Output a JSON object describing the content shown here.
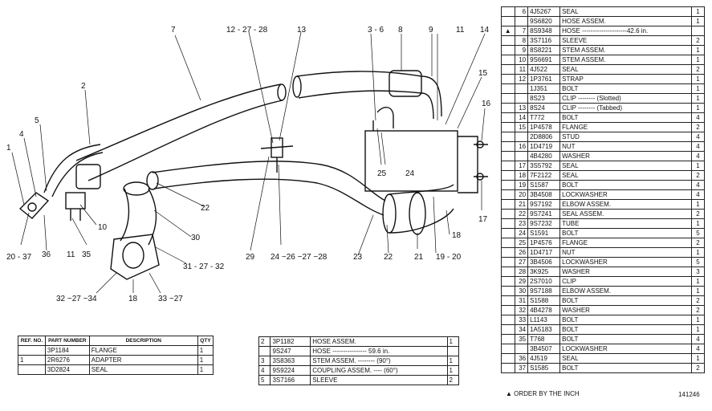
{
  "callouts": [
    {
      "id": "c1",
      "text": "1"
    },
    {
      "id": "c2",
      "text": "2"
    },
    {
      "id": "c3",
      "text": "3 - 6"
    },
    {
      "id": "c4",
      "text": "4"
    },
    {
      "id": "c5",
      "text": "5"
    },
    {
      "id": "c7",
      "text": "7"
    },
    {
      "id": "c8",
      "text": "8"
    },
    {
      "id": "c9",
      "text": "9"
    },
    {
      "id": "c10",
      "text": "10"
    },
    {
      "id": "c11a",
      "text": "11"
    },
    {
      "id": "c11b",
      "text": "11"
    },
    {
      "id": "c12",
      "text": "12 - 27 - 28"
    },
    {
      "id": "c13",
      "text": "13"
    },
    {
      "id": "c14",
      "text": "14"
    },
    {
      "id": "c15",
      "text": "15"
    },
    {
      "id": "c16",
      "text": "16"
    },
    {
      "id": "c17",
      "text": "17"
    },
    {
      "id": "c18a",
      "text": "18"
    },
    {
      "id": "c18b",
      "text": "18"
    },
    {
      "id": "c19",
      "text": "19 - 20"
    },
    {
      "id": "c20",
      "text": "20 - 37"
    },
    {
      "id": "c21",
      "text": "21"
    },
    {
      "id": "c22a",
      "text": "22"
    },
    {
      "id": "c22b",
      "text": "22"
    },
    {
      "id": "c23",
      "text": "23"
    },
    {
      "id": "c24a",
      "text": "24"
    },
    {
      "id": "c24b",
      "text": "24 ~26 ~27 ~28"
    },
    {
      "id": "c25",
      "text": "25"
    },
    {
      "id": "c29",
      "text": "29"
    },
    {
      "id": "c30",
      "text": "30"
    },
    {
      "id": "c31",
      "text": "31 - 27 - 32"
    },
    {
      "id": "c32",
      "text": "32 ~27 ~34"
    },
    {
      "id": "c33",
      "text": "33 ~27"
    },
    {
      "id": "c35",
      "text": "35"
    },
    {
      "id": "c36",
      "text": "36"
    }
  ],
  "right_table": {
    "rows": [
      {
        "grp": "",
        "ref": "6",
        "pn": "4J5267",
        "desc": "SEAL",
        "qty": "1"
      },
      {
        "grp": "",
        "ref": "",
        "pn": "9S6820",
        "desc": "HOSE ASSEM.",
        "qty": "1"
      },
      {
        "grp": "▲",
        "ref": "7",
        "pn": "8S9348",
        "desc": "    HOSE ---------------------42.6 in.",
        "qty": ""
      },
      {
        "grp": "",
        "ref": "8",
        "pn": "3S7116",
        "desc": "    SLEEVE",
        "qty": "2"
      },
      {
        "grp": "",
        "ref": "9",
        "pn": "8S8221",
        "desc": "    STEM ASSEM.",
        "qty": "1"
      },
      {
        "grp": "",
        "ref": "10",
        "pn": "9S6691",
        "desc": "    STEM ASSEM.",
        "qty": "1"
      },
      {
        "grp": "",
        "ref": "11",
        "pn": "4J522",
        "desc": "SEAL",
        "qty": "2"
      },
      {
        "grp": "",
        "ref": "12",
        "pn": "1P3761",
        "desc": "STRAP",
        "qty": "1"
      },
      {
        "grp": "",
        "ref": "",
        "pn": "1J351",
        "desc": "BOLT",
        "qty": "1"
      },
      {
        "grp": "",
        "ref": "",
        "pn": "8S23",
        "desc": "CLIP -------- (Slotted)",
        "qty": "1"
      },
      {
        "grp": "",
        "ref": "13",
        "pn": "8S24",
        "desc": "CLIP -------- (Tabbed)",
        "qty": "1"
      },
      {
        "grp": "",
        "ref": "14",
        "pn": "T772",
        "desc": "BOLT",
        "qty": "4"
      },
      {
        "grp": "",
        "ref": "15",
        "pn": "1P4578",
        "desc": "FLANGE",
        "qty": "2"
      },
      {
        "grp": "",
        "ref": "",
        "pn": "2D8806",
        "desc": "STUD",
        "qty": "4"
      },
      {
        "grp": "",
        "ref": "16",
        "pn": "1D4719",
        "desc": "NUT",
        "qty": "4"
      },
      {
        "grp": "",
        "ref": "",
        "pn": "4B4280",
        "desc": "WASHER",
        "qty": "4"
      },
      {
        "grp": "",
        "ref": "17",
        "pn": "3S5792",
        "desc": "SEAL",
        "qty": "1"
      },
      {
        "grp": "",
        "ref": "18",
        "pn": "7F2122",
        "desc": "SEAL",
        "qty": "2"
      },
      {
        "grp": "",
        "ref": "19",
        "pn": "S1587",
        "desc": "BOLT",
        "qty": "4"
      },
      {
        "grp": "",
        "ref": "20",
        "pn": "3B4508",
        "desc": "LOCKWASHER",
        "qty": "4"
      },
      {
        "grp": "",
        "ref": "21",
        "pn": "9S7192",
        "desc": "ELBOW ASSEM.",
        "qty": "1"
      },
      {
        "grp": "",
        "ref": "22",
        "pn": "9S7241",
        "desc": "SEAL ASSEM.",
        "qty": "2"
      },
      {
        "grp": "",
        "ref": "23",
        "pn": "9S7232",
        "desc": "TUBE",
        "qty": "1"
      },
      {
        "grp": "",
        "ref": "24",
        "pn": "S1591",
        "desc": "BOLT",
        "qty": "5"
      },
      {
        "grp": "",
        "ref": "25",
        "pn": "1P4576",
        "desc": "FLANGE",
        "qty": "2"
      },
      {
        "grp": "",
        "ref": "26",
        "pn": "1D4717",
        "desc": "NUT",
        "qty": "1"
      },
      {
        "grp": "",
        "ref": "27",
        "pn": "3B4506",
        "desc": "LOCKWASHER",
        "qty": "5"
      },
      {
        "grp": "",
        "ref": "28",
        "pn": "3K925",
        "desc": "WASHER",
        "qty": "3"
      },
      {
        "grp": "",
        "ref": "29",
        "pn": "2S7010",
        "desc": "CLIP",
        "qty": "1"
      },
      {
        "grp": "",
        "ref": "30",
        "pn": "9S7188",
        "desc": "ELBOW ASSEM.",
        "qty": "1"
      },
      {
        "grp": "",
        "ref": "31",
        "pn": "S1588",
        "desc": "BOLT",
        "qty": "2"
      },
      {
        "grp": "",
        "ref": "32",
        "pn": "4B4278",
        "desc": "WASHER",
        "qty": "2"
      },
      {
        "grp": "",
        "ref": "33",
        "pn": "L1143",
        "desc": "BOLT",
        "qty": "1"
      },
      {
        "grp": "",
        "ref": "34",
        "pn": "1A5183",
        "desc": "BOLT",
        "qty": "1"
      },
      {
        "grp": "",
        "ref": "35",
        "pn": "T768",
        "desc": "BOLT",
        "qty": "4"
      },
      {
        "grp": "",
        "ref": "",
        "pn": "3B4507",
        "desc": "LOCKWASHER",
        "qty": "4"
      },
      {
        "grp": "",
        "ref": "36",
        "pn": "4J519",
        "desc": "SEAL",
        "qty": "1"
      },
      {
        "grp": "",
        "ref": "37",
        "pn": "S1585",
        "desc": "BOLT",
        "qty": "2"
      }
    ]
  },
  "left_table": {
    "headers": {
      "ref": "REF. NO.",
      "part": "PART NUMBER",
      "desc": "DESCRIPTION",
      "qty": "QTY"
    },
    "rows": [
      {
        "ref": "",
        "pn": "3P1184",
        "desc": "FLANGE",
        "qty": "1"
      },
      {
        "ref": "1",
        "pn": "2R6276",
        "desc": "ADAPTER",
        "qty": "1"
      },
      {
        "ref": "",
        "pn": "3D2824",
        "desc": "SEAL",
        "qty": "1"
      }
    ]
  },
  "mid_table": {
    "rows": [
      {
        "ref": "2",
        "pn": "3P1182",
        "desc": "HOSE ASSEM.",
        "qty": "1"
      },
      {
        "ref": "",
        "pn": "9S247",
        "desc": "    HOSE ---------------- 59.6 in.",
        "qty": ""
      },
      {
        "ref": "3",
        "pn": "3S8363",
        "desc": "STEM ASSEM. -------- (90°)",
        "qty": "1"
      },
      {
        "ref": "4",
        "pn": "9S9224",
        "desc": "COUPLING ASSEM. ---- (60°)",
        "qty": "1"
      },
      {
        "ref": "5",
        "pn": "3S7166",
        "desc": "SLEEVE",
        "qty": "2"
      }
    ]
  },
  "footer": {
    "note": "▲ ORDER BY THE INCH",
    "figure_number": "141246"
  }
}
